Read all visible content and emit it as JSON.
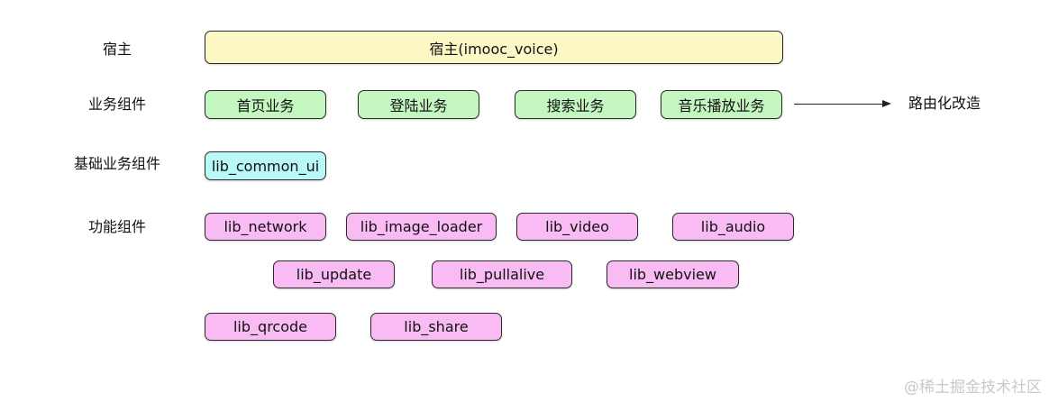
{
  "rows": {
    "host": "宿主",
    "business": "业务组件",
    "base_business": "基础业务组件",
    "feature": "功能组件"
  },
  "host_box": "宿主(imooc_voice)",
  "business_boxes": [
    "首页业务",
    "登陆业务",
    "搜索业务",
    "音乐播放业务"
  ],
  "arrow_label": "路由化改造",
  "base_business_boxes": [
    "lib_common_ui"
  ],
  "feature_boxes": {
    "row1": [
      "lib_network",
      "lib_image_loader",
      "lib_video",
      "lib_audio"
    ],
    "row2": [
      "lib_update",
      "lib_pullalive",
      "lib_webview"
    ],
    "row3": [
      "lib_qrcode",
      "lib_share"
    ]
  },
  "colors": {
    "host": "#fbf8c6",
    "business": "#c4f6c0",
    "base_business": "#b8f8f6",
    "feature": "#f9bbf3",
    "border": "#2b2b2b"
  },
  "watermark": "@稀土掘金技术社区"
}
